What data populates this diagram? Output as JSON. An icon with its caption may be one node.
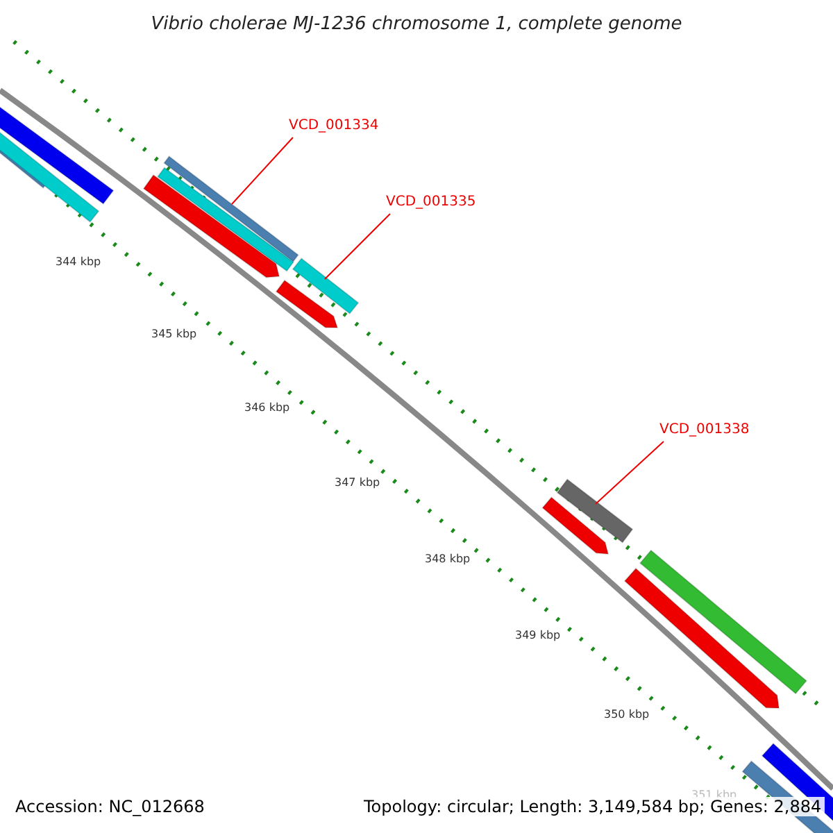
{
  "diagram": {
    "title": "Vibrio cholerae MJ-1236 chromosome 1, complete genome",
    "nodes": [
      {
        "text": [
          "VCD_001334"
        ]
      },
      {
        "text": [],
        "shape": "bar"
      },
      {
        "text": [
          "VCD_001335"
        ]
      },
      {
        "text": [],
        "shape": "bar"
      },
      {
        "text": [
          "VCD_001338"
        ]
      },
      {
        "text": [],
        "shape": "bar"
      }
    ],
    "edges": [
      {
        "from": 0,
        "to": 1,
        "arrow": "none"
      },
      {
        "from": 2,
        "to": 3,
        "arrow": "none"
      },
      {
        "from": 4,
        "to": 5,
        "arrow": "none"
      }
    ],
    "labels": [
      "344 kbp",
      "345 kbp",
      "346 kbp",
      "347 kbp",
      "348 kbp",
      "349 kbp",
      "350 kbp",
      "351 kbp",
      "Accession: NC_012668",
      "Topology: circular; Length: 3,149,584 bp; Genes: 2,884"
    ]
  }
}
